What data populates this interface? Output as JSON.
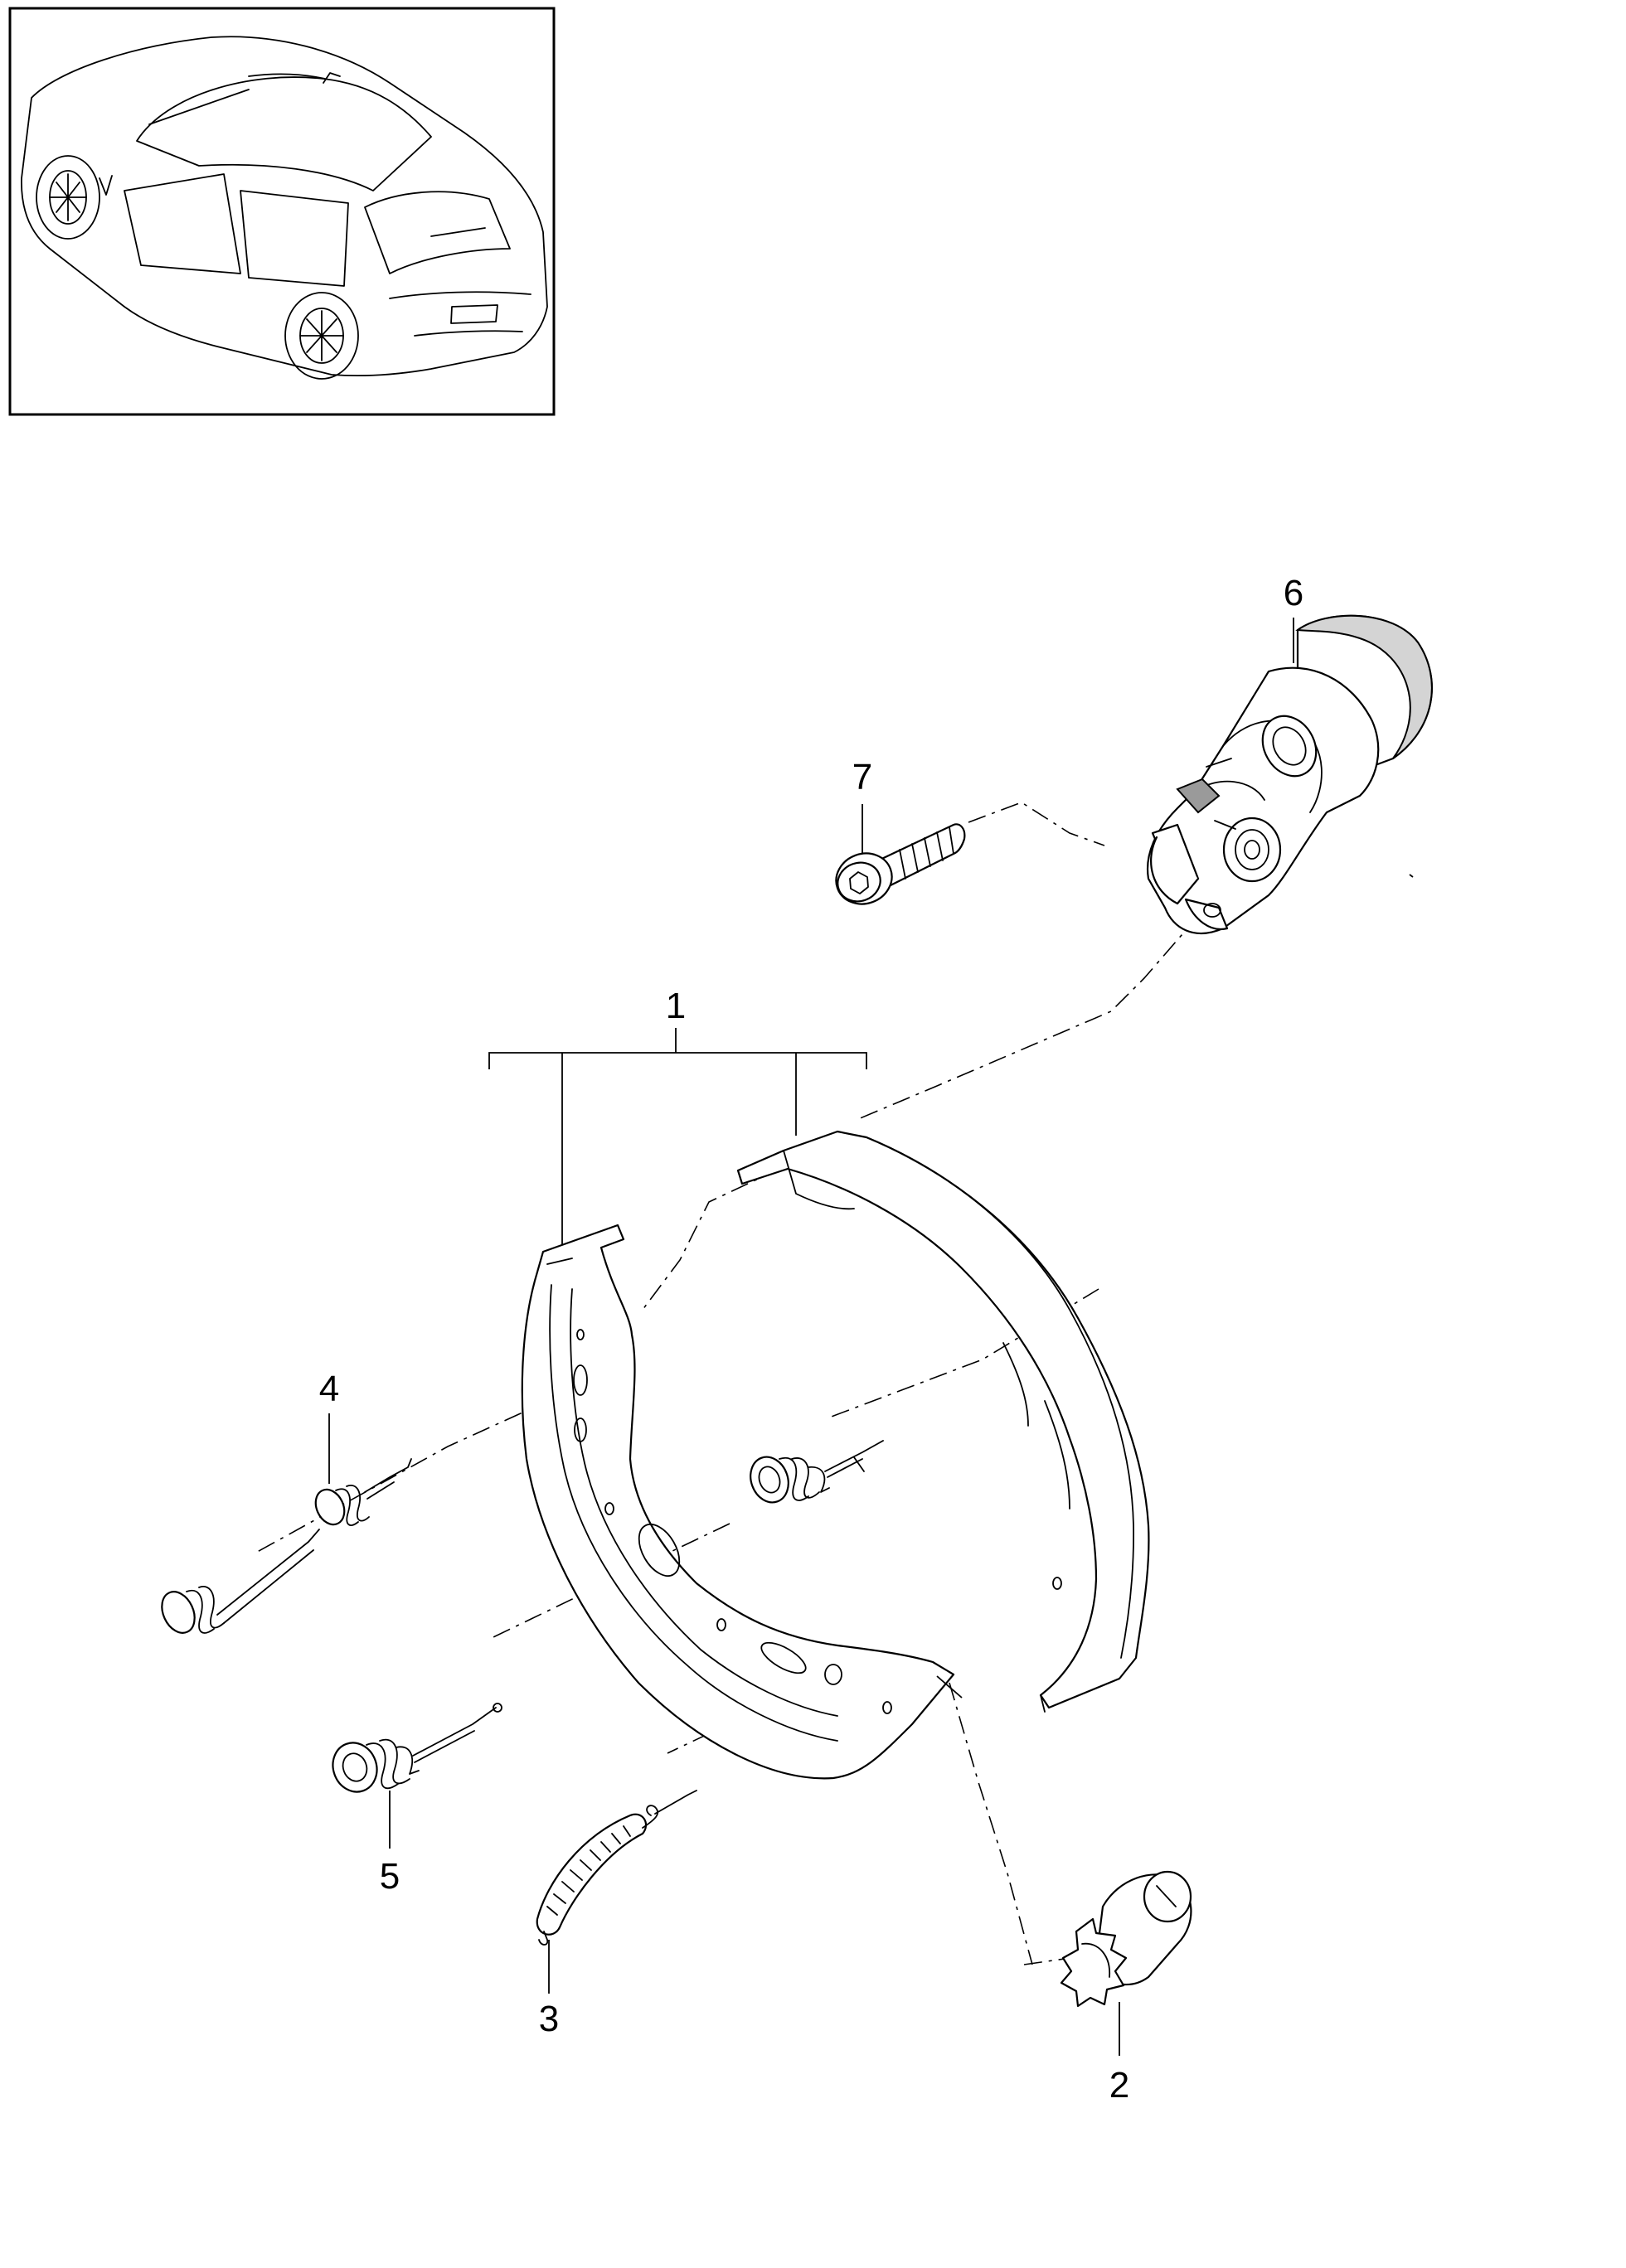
{
  "callouts": {
    "c1": "1",
    "c2": "2",
    "c3": "3",
    "c4": "4",
    "c5": "5",
    "c6": "6",
    "c7": "7"
  },
  "thumbnail": {
    "icon": "car-outline-icon"
  },
  "colors": {
    "line": "#000000",
    "background": "#ffffff",
    "shade": "#d4d4d4"
  }
}
